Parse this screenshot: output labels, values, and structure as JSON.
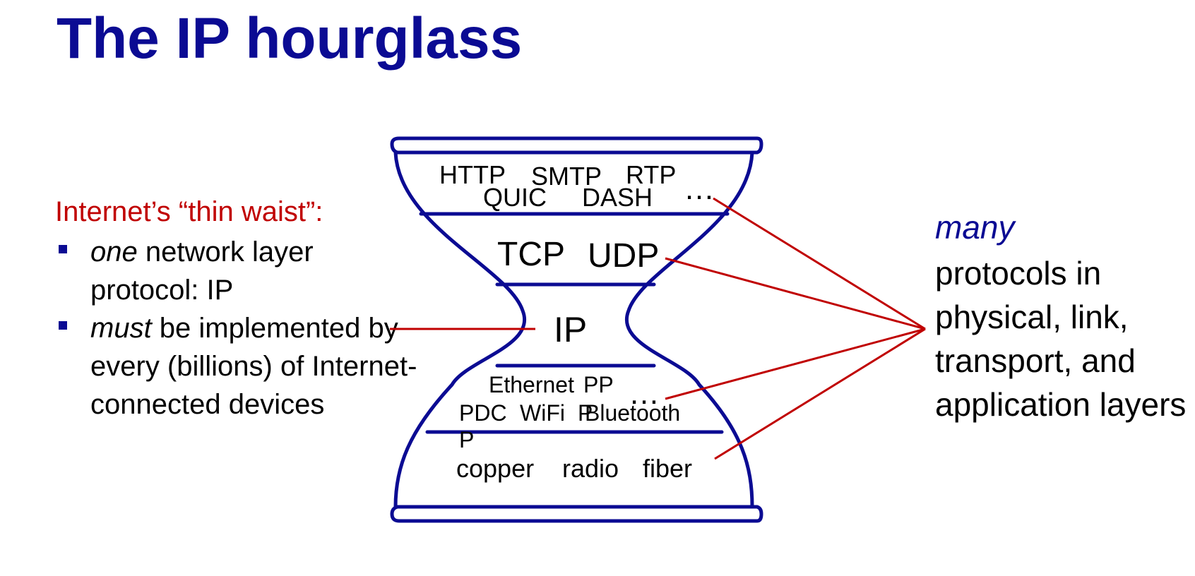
{
  "title": "The IP hourglass",
  "left_panel": {
    "heading": "Internet’s “thin waist”:",
    "bullets": [
      {
        "em": "one",
        "rest": " network layer protocol: IP"
      },
      {
        "em": "must",
        "rest": " be implemented by every (billions) of Internet-connected devices"
      }
    ]
  },
  "hourglass": {
    "application_row1": [
      "HTTP",
      "SMTP",
      "RTP"
    ],
    "application_row2": [
      "QUIC",
      "DASH"
    ],
    "application_ellipsis": "…",
    "transport": [
      "TCP",
      "UDP"
    ],
    "network": "IP",
    "link_row1": [
      "Ethernet",
      "PP"
    ],
    "link_row2": [
      "PDC",
      "WiFi",
      "Bluetooth"
    ],
    "link_overlap": [
      "P",
      "P"
    ],
    "link_ellipsis": "…",
    "physical": [
      "copper",
      "radio",
      "fiber"
    ]
  },
  "right_panel": {
    "emphasis": "many",
    "text": "protocols in physical, link, transport, and application layers"
  },
  "colors": {
    "title": "#0b0b93",
    "accent_red": "#c00000",
    "hourglass_outline": "#0b0b93",
    "bullet_square": "#0b0b93"
  }
}
